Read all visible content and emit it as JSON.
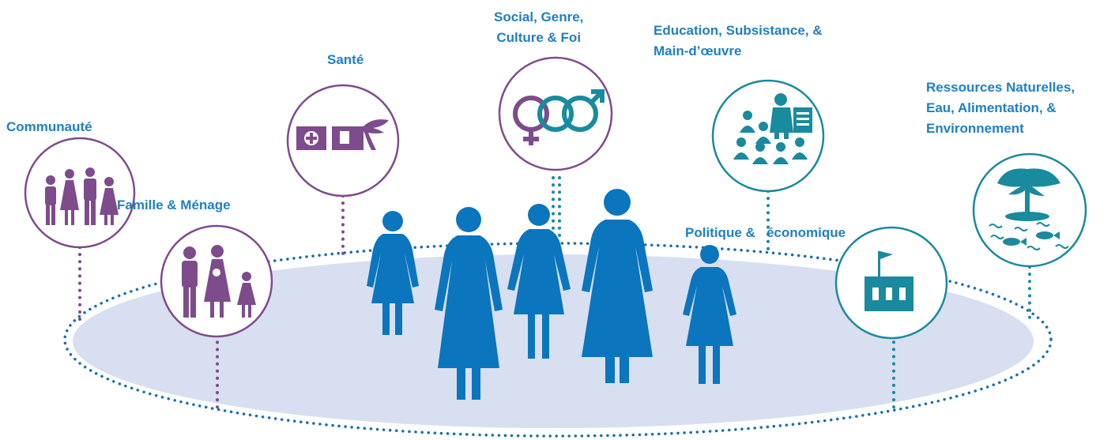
{
  "colors": {
    "purple": "#7e4c8c",
    "teal": "#1a8a9e",
    "blue": "#0b75bd",
    "label_blue": "#1f7fc1",
    "disc": "#d8dff0",
    "ring_dots": "#1a6fa8"
  },
  "labels": {
    "communaute": "Communauté",
    "famille": "Famille & Ménage",
    "sante": "Santé",
    "social": [
      "Social, Genre,",
      "Culture & Foi"
    ],
    "education": [
      "Education, Subsistance, &",
      "Main-d’œuvre"
    ],
    "politique": "Politique &   économique",
    "ressources": [
      "Ressources Naturelles,",
      "Eau, Alimentation, &",
      "Environnement"
    ]
  },
  "icons": {
    "communaute": "community-people-icon",
    "famille": "family-icon",
    "sante": "health-clinic-icon",
    "social": "gender-symbols-icon",
    "education": "teacher-students-icon",
    "politique": "government-building-icon",
    "ressources": "tree-water-fish-icon"
  }
}
